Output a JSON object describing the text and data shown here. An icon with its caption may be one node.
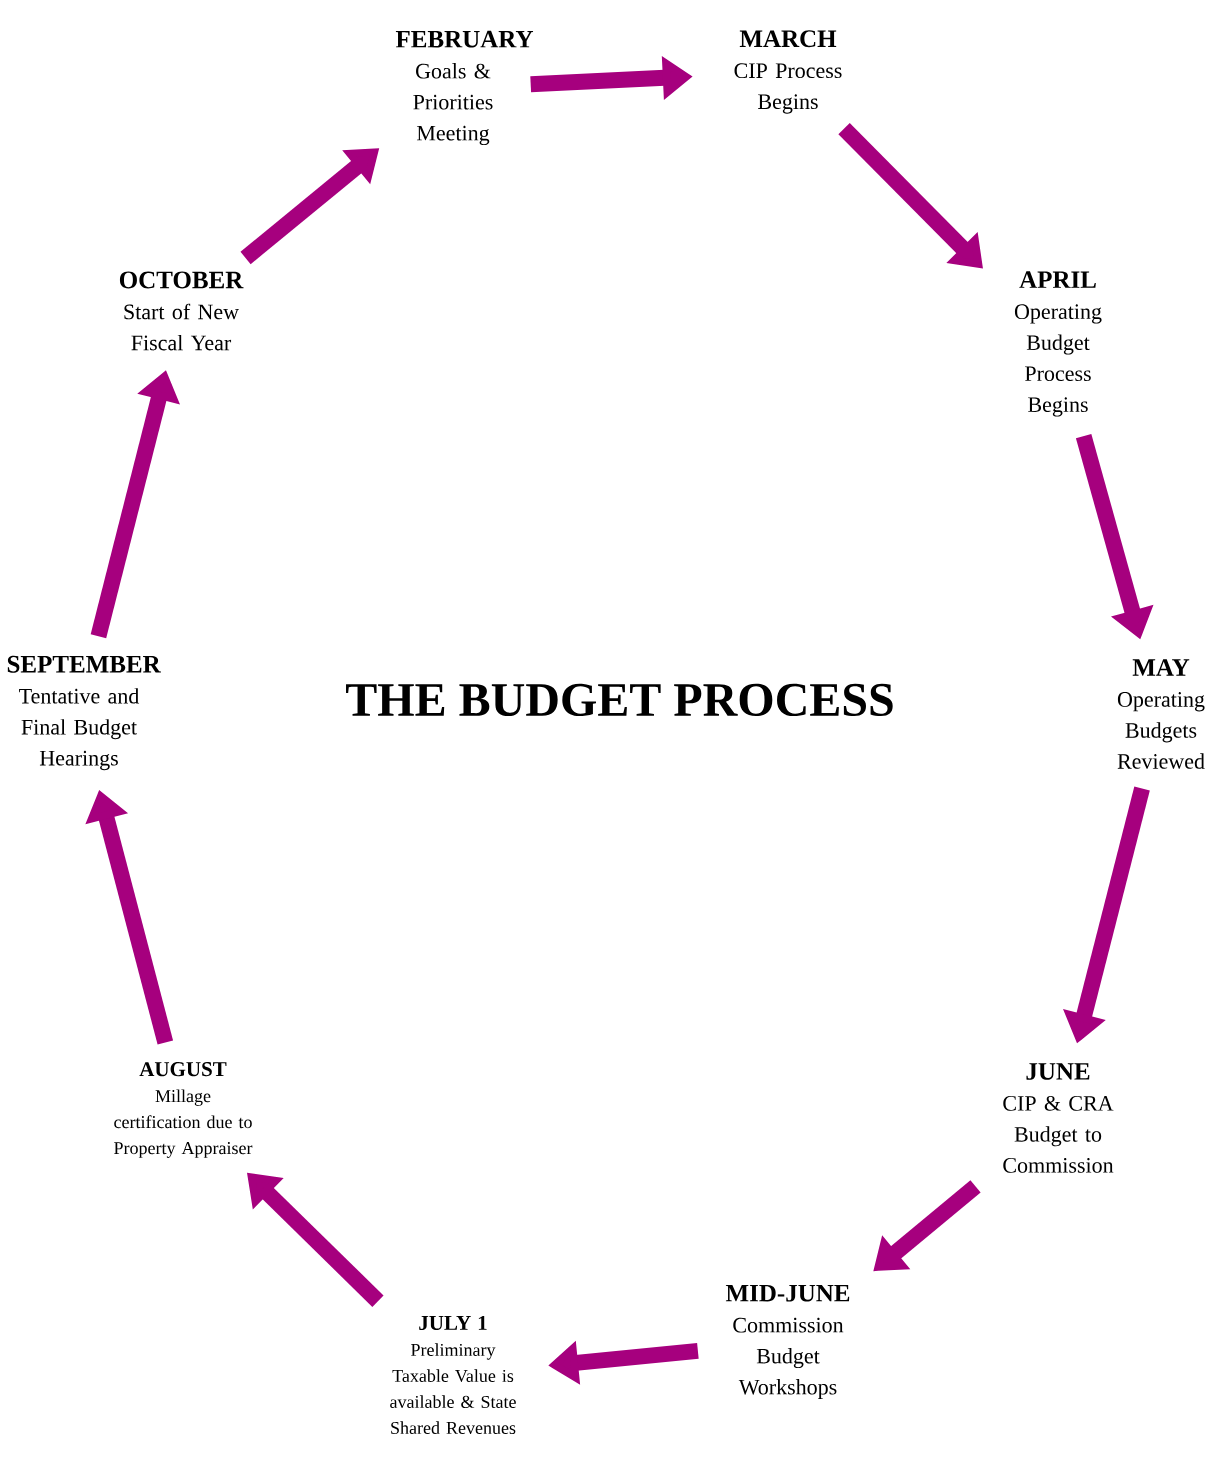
{
  "diagram": {
    "title": "THE BUDGET PROCESS",
    "nodes": [
      {
        "text": [
          "FEBRUARY",
          "Goals & Priorities Meeting"
        ]
      },
      {
        "text": [
          "MARCH",
          "CIP Process Begins"
        ]
      },
      {
        "text": [
          "APRIL",
          "Operating Budget Process Begins"
        ]
      },
      {
        "text": [
          "MAY",
          "Operating Budgets Reviewed"
        ]
      },
      {
        "text": [
          "JUNE",
          "CIP & CRA Budget to Commission"
        ]
      },
      {
        "text": [
          "MID-JUNE",
          "Commission Budget Workshops"
        ]
      },
      {
        "text": [
          "JULY 1",
          "Preliminary Taxable Value is available & State Shared Revenues"
        ]
      },
      {
        "text": [
          "AUGUST",
          "Millage certification due to Property Appraiser"
        ]
      },
      {
        "text": [
          "SEPTEMBER",
          "Tentative and Final Budget Hearings"
        ]
      },
      {
        "text": [
          "OCTOBER",
          "Start of New Fiscal Year"
        ]
      }
    ],
    "edges": [
      {
        "from": 0,
        "to": 1,
        "arrow": "to"
      },
      {
        "from": 1,
        "to": 2,
        "arrow": "to"
      },
      {
        "from": 2,
        "to": 3,
        "arrow": "to"
      },
      {
        "from": 3,
        "to": 4,
        "arrow": "to"
      },
      {
        "from": 4,
        "to": 5,
        "arrow": "to"
      },
      {
        "from": 5,
        "to": 6,
        "arrow": "to"
      },
      {
        "from": 6,
        "to": 7,
        "arrow": "to"
      },
      {
        "from": 7,
        "to": 8,
        "arrow": "to"
      },
      {
        "from": 8,
        "to": 9,
        "arrow": "to"
      },
      {
        "from": 9,
        "to": 0,
        "arrow": "to"
      }
    ]
  }
}
